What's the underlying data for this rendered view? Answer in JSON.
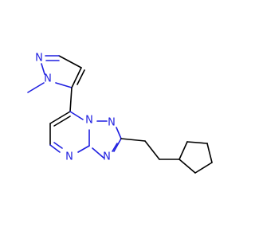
{
  "atoms": {
    "n_pz1": "N",
    "n_pz2": "N",
    "n_bridge": "N",
    "n_tz_a": "N",
    "n_tz_b": "N",
    "n_pyr": "N"
  },
  "colors": {
    "bond": "#000000",
    "nitrogen": "#1f1fe0",
    "background": "#ffffff"
  }
}
